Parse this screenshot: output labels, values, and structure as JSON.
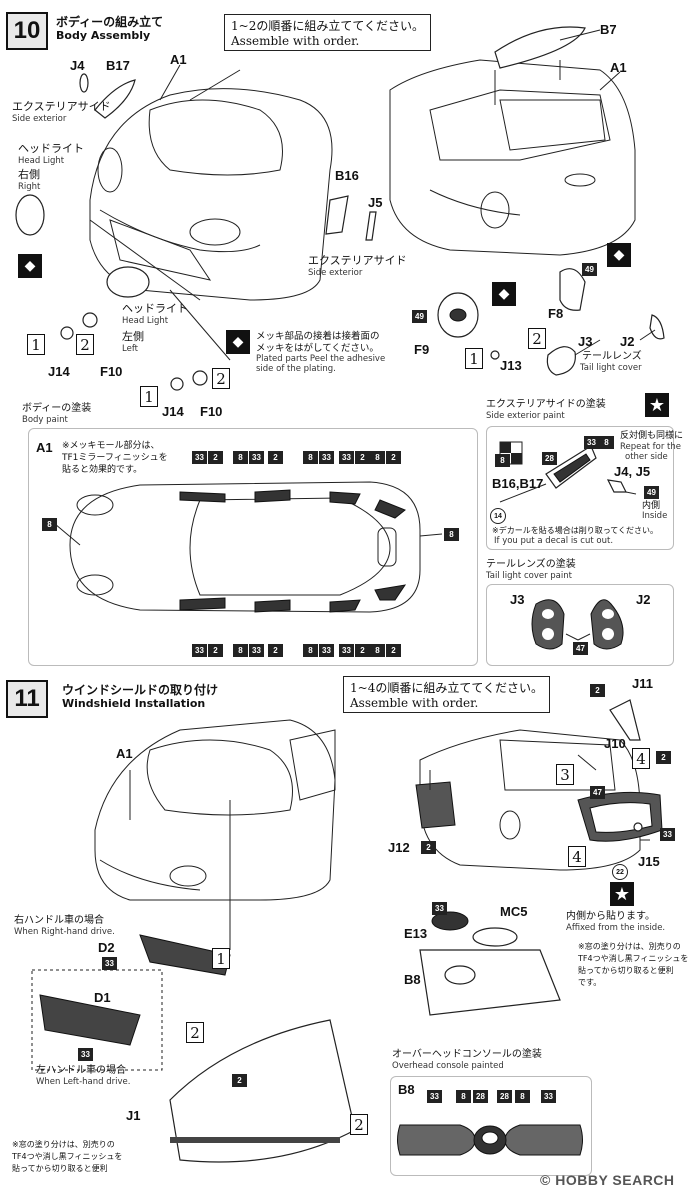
{
  "step10": {
    "number": "10",
    "title_jp": "ボディーの組み立て",
    "title_en": "Body Assembly",
    "order_note_jp": "1~2の順番に組み立ててください。",
    "order_note_en": "Assemble with order.",
    "side_exterior_jp": "エクステリアサイド",
    "side_exterior_en": "Side exterior",
    "headlight_jp": "ヘッドライト",
    "headlight_en": "Head Light",
    "right_jp": "右側",
    "right_en": "Right",
    "left_jp": "左側",
    "left_en": "Left",
    "plated_note_jp1": "メッキ部品の接着は接着面の",
    "plated_note_jp2": "メッキをはがしてください。",
    "plated_note_en1": "Plated parts Peel the adhesive",
    "plated_note_en2": "side of the plating.",
    "tail_light_jp": "テールレンズ",
    "tail_light_en": "Tail light cover",
    "body_paint_jp": "ボディーの塗装",
    "body_paint_en": "Body paint",
    "chrome_note_jp1": "※メッキモール部分は、",
    "chrome_note_jp2": "TF1ミラーフィニッシュを",
    "chrome_note_jp3": "貼ると効果的です。",
    "side_paint_jp": "エクステリアサイドの塗装",
    "side_paint_en": "Side exterior paint",
    "repeat_jp": "反対側も同様に",
    "repeat_en1": "Repeat for the",
    "repeat_en2": "other side",
    "inside_jp": "内側",
    "inside_en": "Inside",
    "decal_note_jp": "※デカールを貼る場合は削り取ってください。",
    "decal_note_en": "If you put a decal is cut out.",
    "tail_paint_jp": "テールレンズの塗装",
    "tail_paint_en": "Tail light cover paint",
    "parts": {
      "A1": "A1",
      "J4": "J4",
      "B17": "B17",
      "B16": "B16",
      "J5": "J5",
      "B7": "B7",
      "F8": "F8",
      "J3": "J3",
      "J2": "J2",
      "F9": "F9",
      "J13": "J13",
      "J14": "J14",
      "F10": "F10",
      "B16B17": "B16,B17",
      "J4J5": "J4, J5"
    },
    "colors": {
      "c2": "2",
      "c8": "8",
      "c33": "33",
      "c28": "28",
      "c47": "47",
      "c49": "49",
      "c14": "14"
    },
    "orders": {
      "o1": "1",
      "o2": "2"
    }
  },
  "step11": {
    "number": "11",
    "title_jp": "ウインドシールドの取り付け",
    "title_en": "Windshield Installation",
    "order_note_jp": "1~4の順番に組み立ててください。",
    "order_note_en": "Assemble with order.",
    "rhd_jp": "右ハンドル車の場合",
    "rhd_en": "When Right-hand drive.",
    "lhd_jp": "左ハンドル車の場合",
    "lhd_en": "When Left-hand drive.",
    "affixed_jp": "内側から貼ります。",
    "affixed_en": "Affixed from the inside.",
    "window_note_jp1": "※窓の塗り分けは、別売りの",
    "window_note_jp2": "TF4つや消し黒フィニッシュを",
    "window_note_jp3": "貼ってから切り取ると便利",
    "window_note_jp4": "です。",
    "overhead_jp": "オーバーヘッドコンソールの塗装",
    "overhead_en": "Overhead console painted",
    "parts": {
      "A1": "A1",
      "J11": "J11",
      "J10": "J10",
      "J12": "J12",
      "J15": "J15",
      "D1": "D1",
      "D2": "D2",
      "J1": "J1",
      "E13": "E13",
      "MC5": "MC5",
      "B8": "B8"
    },
    "colors": {
      "c2": "2",
      "c8": "8",
      "c33": "33",
      "c28": "28",
      "c47": "47",
      "c22": "22"
    },
    "orders": {
      "o1": "1",
      "o2": "2",
      "o3": "3",
      "o4": "4"
    }
  },
  "watermark": "HOBBY SEARCH",
  "copyright": "©"
}
